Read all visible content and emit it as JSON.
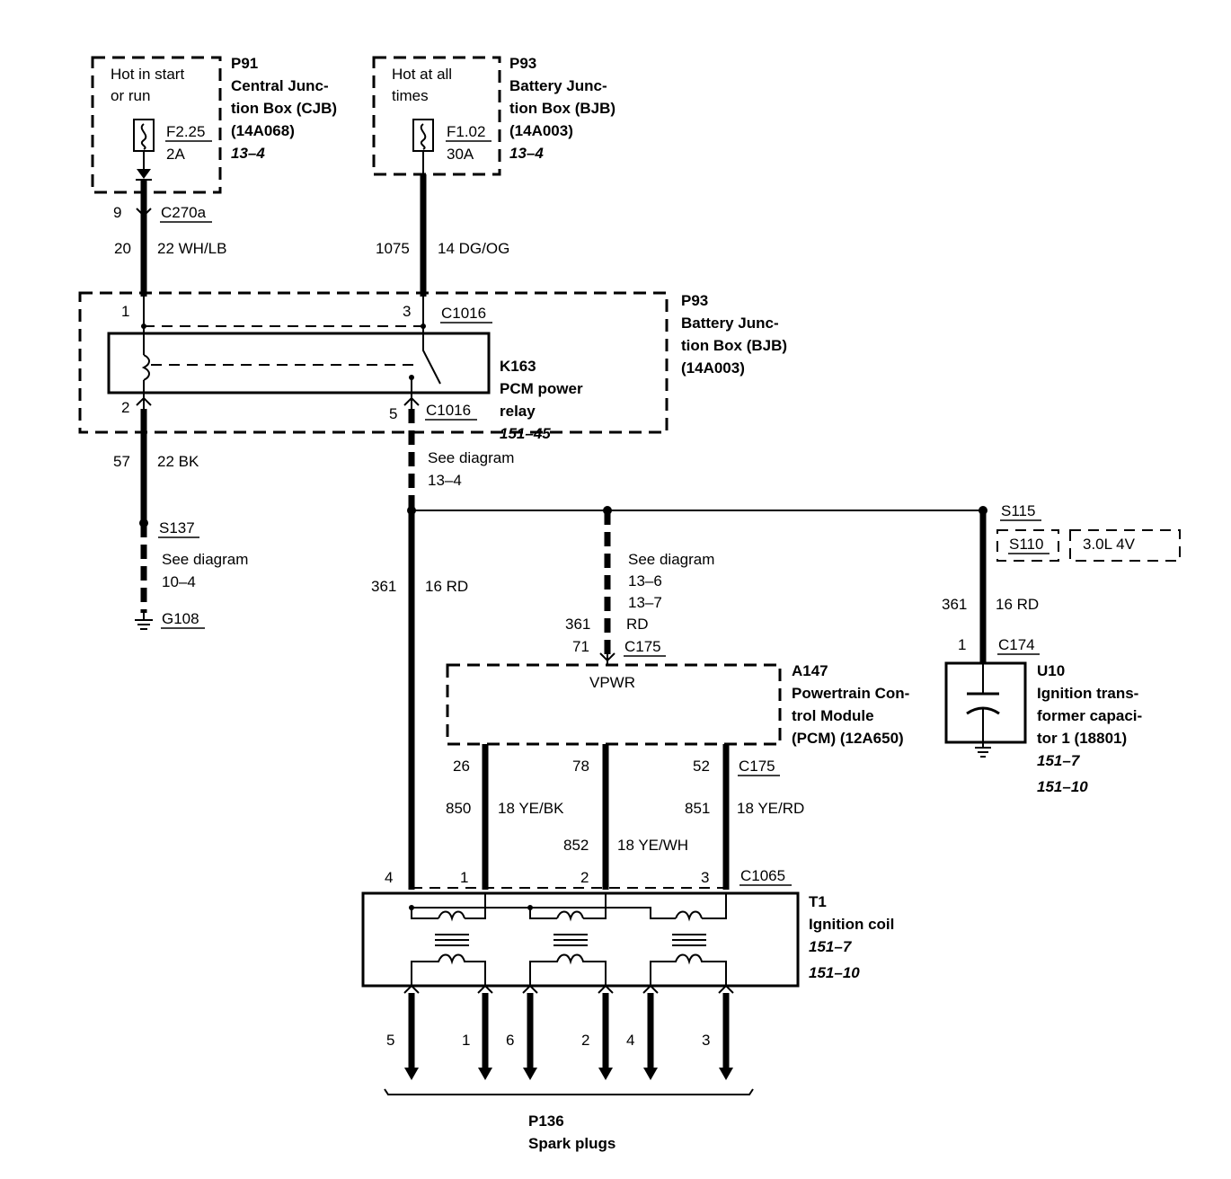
{
  "fuse_cjb": {
    "text1": "Hot in start",
    "text2": "or run",
    "fuse": "F2.25",
    "rating": "2A"
  },
  "cjb": {
    "id": "P91",
    "l1": "Central Junc-",
    "l2": "tion Box (CJB)",
    "l3": "(14A068)",
    "ref": "13–4"
  },
  "fuse_bjb": {
    "text1": "Hot at all",
    "text2": "times",
    "fuse": "F1.02",
    "rating": "30A"
  },
  "bjb_top": {
    "id": "P93",
    "l1": "Battery Junc-",
    "l2": "tion Box (BJB)",
    "l3": "(14A003)",
    "ref": "13–4"
  },
  "w1": {
    "pin": "9",
    "conn": "C270a",
    "circuit": "20",
    "wire": "22 WH/LB"
  },
  "w2": {
    "circuit": "1075",
    "wire": "14 DG/OG"
  },
  "relay_box": {
    "id": "P93",
    "l1": "Battery Junc-",
    "l2": "tion Box (BJB)",
    "l3": "(14A003)"
  },
  "relay": {
    "pin1": "1",
    "pin3": "3",
    "conn_top": "C1016",
    "pin2": "2",
    "pin5": "5",
    "conn_bot": "C1016",
    "id": "K163",
    "l1": "PCM power",
    "l2": "relay",
    "ref": "151–45"
  },
  "gnd": {
    "circuit": "57",
    "wire": "22 BK",
    "splice": "S137",
    "see1": "See diagram",
    "see2": "10–4",
    "ground": "G108"
  },
  "mid": {
    "see1": "See diagram",
    "see2": "13–4",
    "circuit": "361",
    "wire": "16 RD"
  },
  "pcm_feed": {
    "see1": "See diagram",
    "see2": "13–6",
    "see3": "13–7",
    "circuit": "361",
    "wire": "RD",
    "pin": "71",
    "conn": "C175"
  },
  "cap_feed": {
    "splice": "S115",
    "alt_splice": "S110",
    "engine": "3.0L 4V",
    "circuit": "361",
    "wire": "16 RD",
    "pin": "1",
    "conn": "C174"
  },
  "pcm": {
    "pin_label": "VPWR",
    "id": "A147",
    "l1": "Powertrain Con-",
    "l2": "trol Module",
    "l3": "(PCM) (12A650)"
  },
  "cap": {
    "id": "U10",
    "l1": "Ignition trans-",
    "l2": "former capaci-",
    "l3": "tor 1 (18801)",
    "ref1": "151–7",
    "ref2": "151–10"
  },
  "coil_wires": {
    "p26": "26",
    "p78": "78",
    "p52": "52",
    "conn": "C175",
    "c850": "850",
    "w850": "18 YE/BK",
    "c851": "851",
    "w851": "18 YE/RD",
    "c852": "852",
    "w852": "18 YE/WH"
  },
  "coil": {
    "pin4": "4",
    "pin1": "1",
    "pin2": "2",
    "pin3": "3",
    "conn": "C1065",
    "id": "T1",
    "l1": "Ignition coil",
    "ref1": "151–7",
    "ref2": "151–10"
  },
  "plugs": {
    "labels": [
      "5",
      "1",
      "6",
      "2",
      "4",
      "3"
    ],
    "id": "P136",
    "name": "Spark plugs"
  }
}
